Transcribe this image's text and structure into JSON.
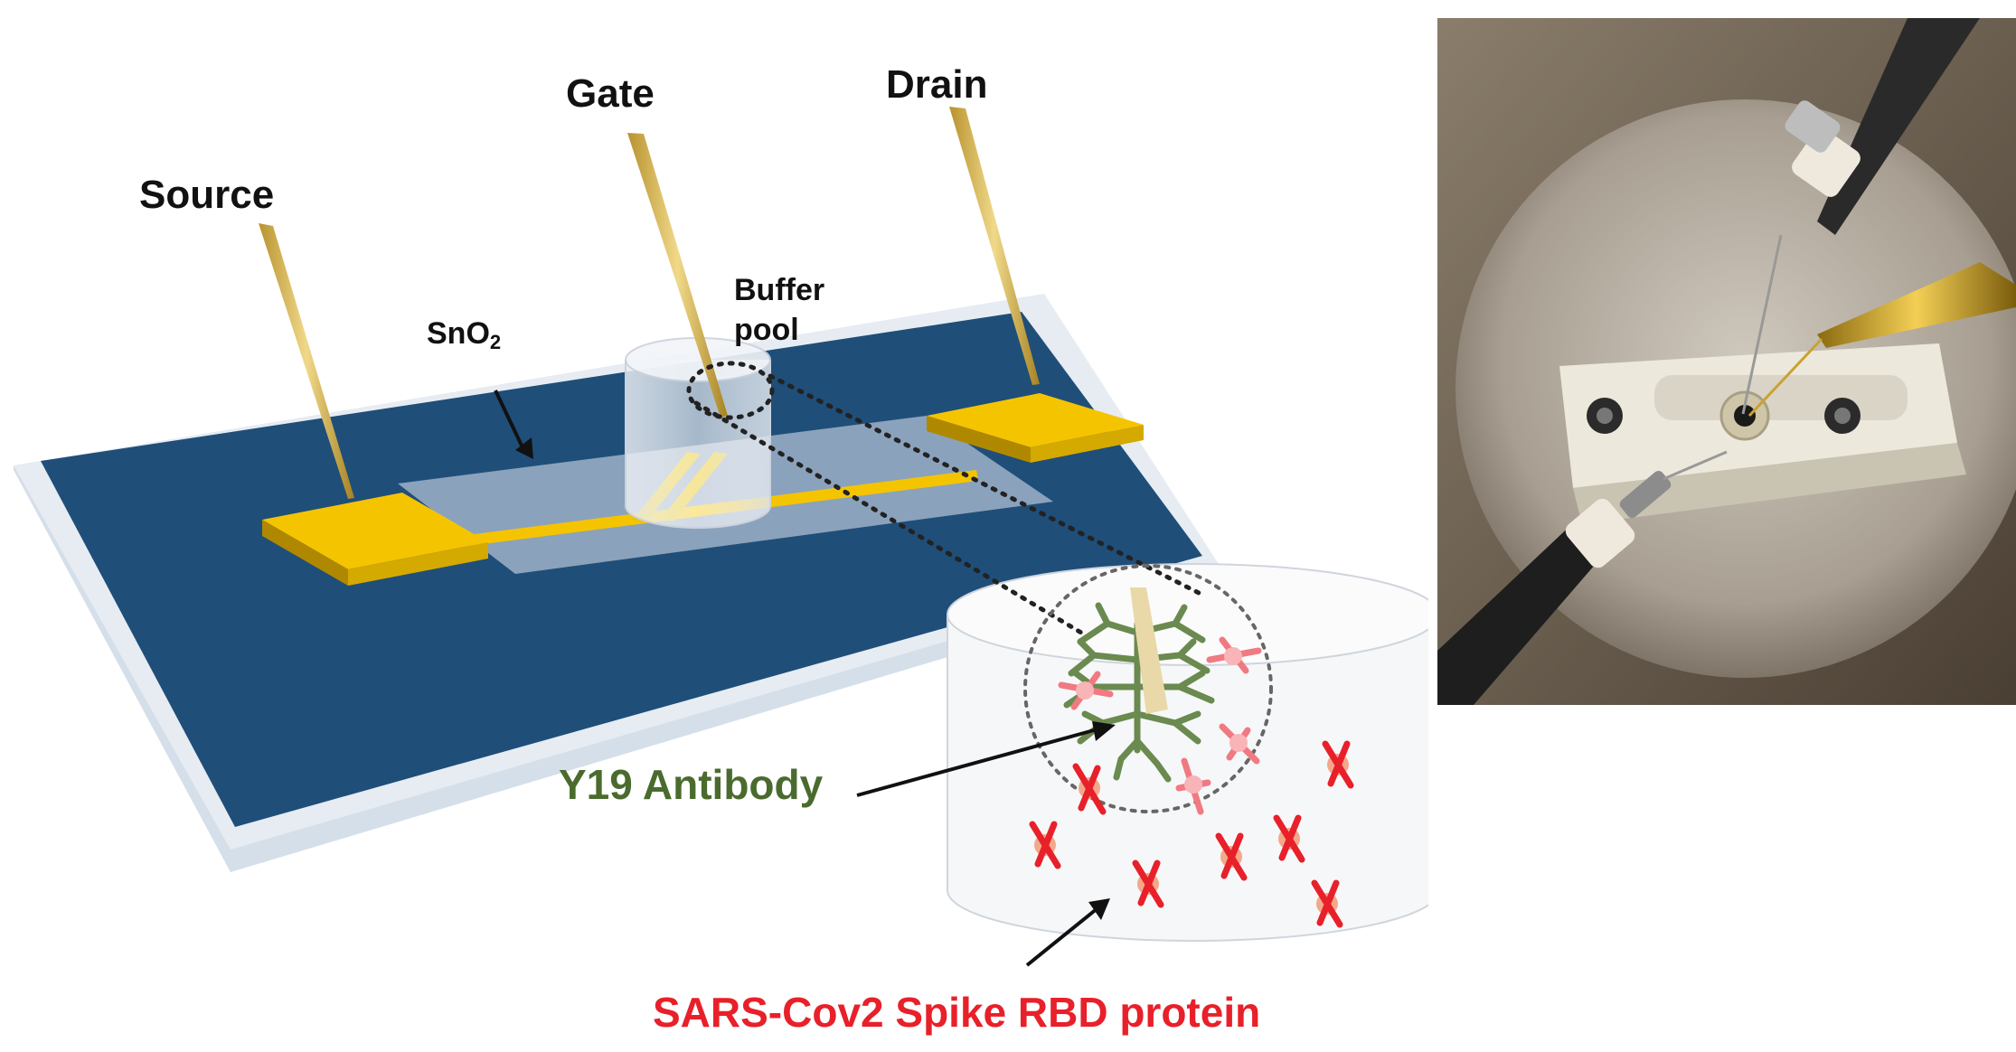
{
  "labels": {
    "source": "Source",
    "gate": "Gate",
    "drain": "Drain",
    "sno2_main": "SnO",
    "sno2_sub": "2",
    "buffer_line1": "Buffer",
    "buffer_line2": "pool",
    "antibody": "Y19 Antibody",
    "rbd": "SARS-Cov2 Spike RBD protein"
  },
  "colors": {
    "substrate_top": "#1f4e79",
    "substrate_edge": "#cfd9e6",
    "gold": "#f5c400",
    "gold_dark": "#c9a000",
    "probe": "#d4b35a",
    "antibody": "#6a8a4f",
    "protein": "#e8202a",
    "protein_core": "#f2a98a"
  },
  "photo": {
    "description_icon": "probe-station-photo"
  }
}
